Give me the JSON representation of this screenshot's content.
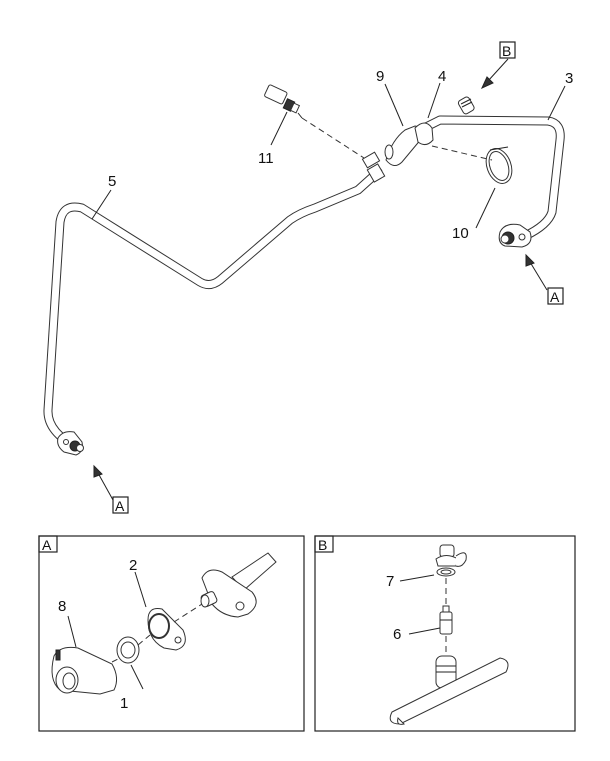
{
  "diagram": {
    "type": "exploded parts illustration",
    "callouts": [
      {
        "id": "c1",
        "label": "1"
      },
      {
        "id": "c2",
        "label": "2"
      },
      {
        "id": "c3",
        "label": "3"
      },
      {
        "id": "c4",
        "label": "4"
      },
      {
        "id": "c5",
        "label": "5"
      },
      {
        "id": "c6",
        "label": "6"
      },
      {
        "id": "c7",
        "label": "7"
      },
      {
        "id": "c8",
        "label": "8"
      },
      {
        "id": "c9",
        "label": "9"
      },
      {
        "id": "c10",
        "label": "10"
      },
      {
        "id": "c11",
        "label": "11"
      }
    ],
    "view_refs": {
      "a_right": "A",
      "a_left": "A",
      "b_top": "B"
    },
    "detail_views": [
      {
        "id": "A",
        "label": "A",
        "callouts": [
          "8",
          "2",
          "1"
        ]
      },
      {
        "id": "B",
        "label": "B",
        "callouts": [
          "7",
          "6"
        ]
      }
    ]
  }
}
